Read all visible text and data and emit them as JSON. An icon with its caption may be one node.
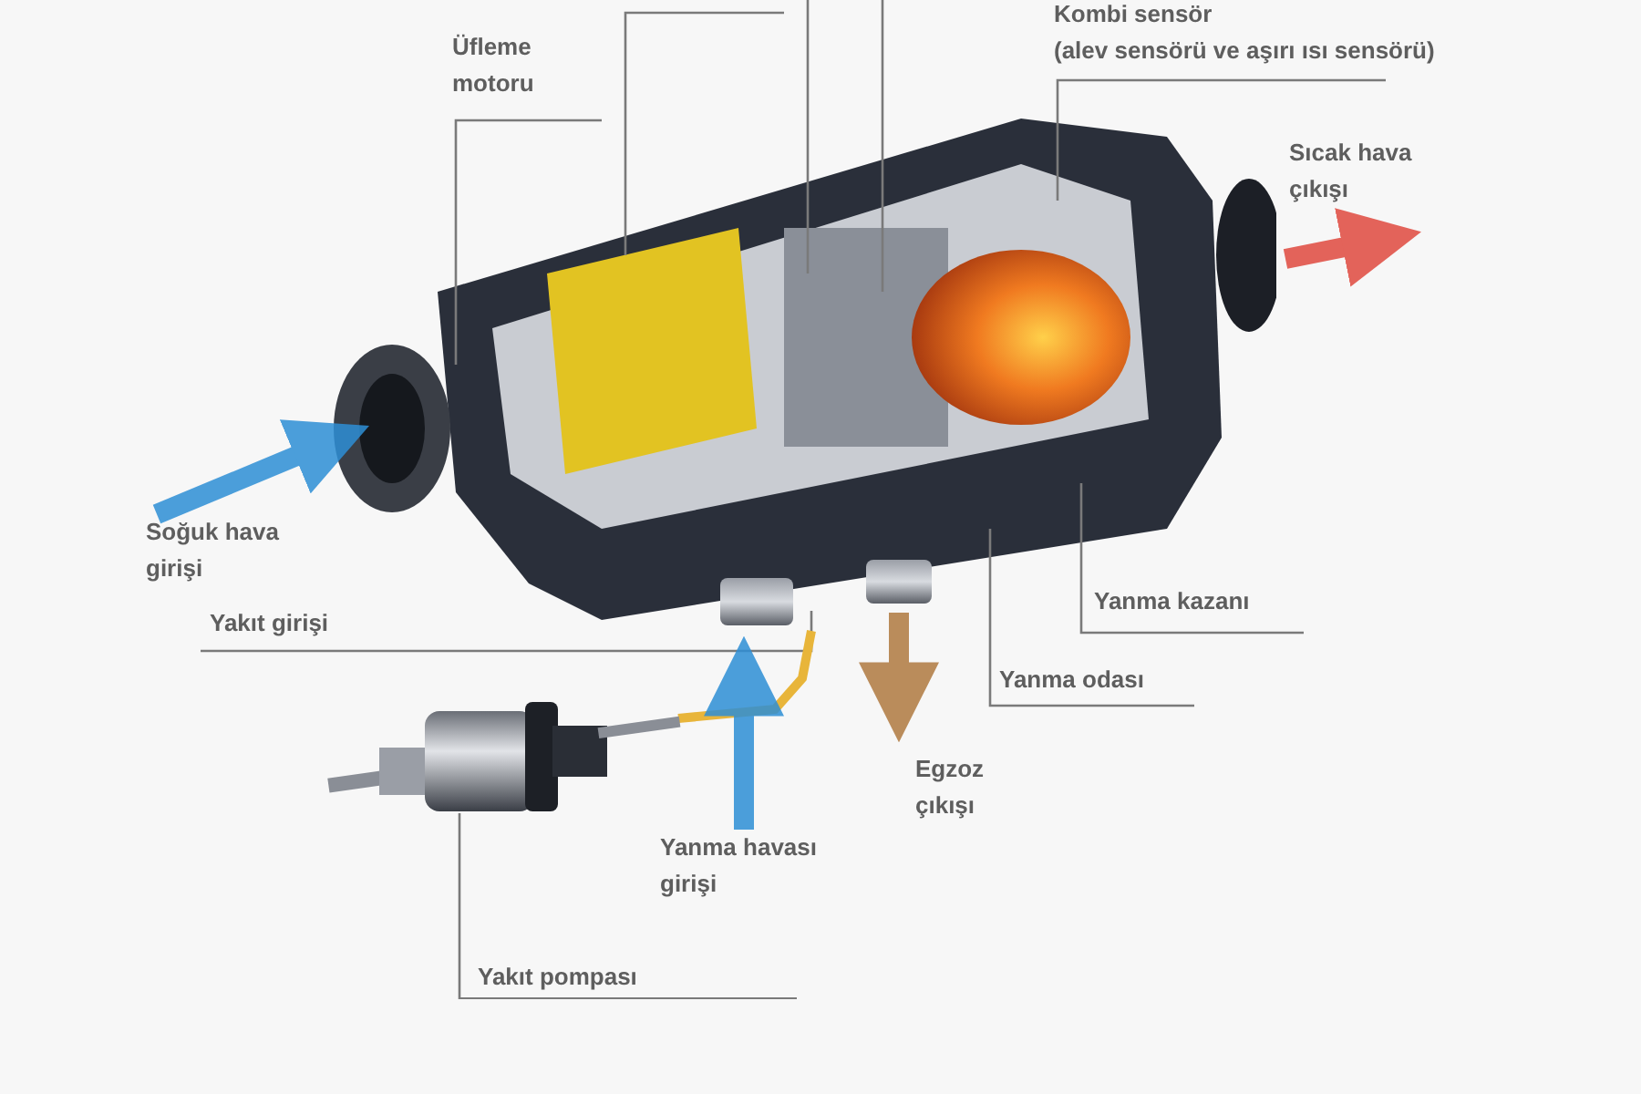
{
  "diagram": {
    "nodes": [
      {
        "text": [],
        "shape": "picture"
      },
      {
        "text": [
          "Üfleme motoru"
        ]
      },
      {
        "text": [
          "Kombi sensör",
          "(alev sensörü ve aşırı ısı sensörü)"
        ]
      },
      {
        "text": [
          "Sıcak hava çıkışı"
        ]
      },
      {
        "text": [
          "Soğuk hava girişi"
        ]
      },
      {
        "text": [
          "Yakıt girişi"
        ]
      },
      {
        "text": [
          "Yanma kazanı"
        ]
      },
      {
        "text": [
          "Yanma odası"
        ]
      },
      {
        "text": [
          "Egzoz çıkışı"
        ]
      },
      {
        "text": [
          "Yanma havası girişi"
        ]
      },
      {
        "text": [
          "Yakıt pompası"
        ]
      },
      {
        "text": [],
        "shape": "picture"
      }
    ],
    "edges": [
      {
        "from": 1,
        "to": 0,
        "arrow": "none"
      },
      {
        "from": null,
        "to": 0,
        "arrow": "none"
      },
      {
        "from": null,
        "to": 0,
        "arrow": "none"
      },
      {
        "from": null,
        "to": 0,
        "arrow": "none"
      },
      {
        "from": 2,
        "to": 0,
        "arrow": "none"
      },
      {
        "from": 4,
        "to": 0,
        "arrow": "to",
        "style": "thick",
        "color": "#2e8fd6"
      },
      {
        "from": 0,
        "to": 3,
        "arrow": "to",
        "style": "thick",
        "color": "#e04a3f"
      },
      {
        "from": 5,
        "to": 0,
        "arrow": "none"
      },
      {
        "from": 6,
        "to": 0,
        "arrow": "none"
      },
      {
        "from": 7,
        "to": 0,
        "arrow": "none"
      },
      {
        "from": 11,
        "to": 0,
        "arrow": "none",
        "style": "thick",
        "color": "#e8b53a"
      },
      {
        "from": 9,
        "to": 0,
        "arrow": "to",
        "style": "thick",
        "color": "#2e8fd6"
      },
      {
        "from": null,
        "to": 8,
        "arrow": "to",
        "style": "thick",
        "color": "#b07a40"
      },
      {
        "from": 10,
        "to": 11,
        "arrow": "none"
      }
    ]
  }
}
